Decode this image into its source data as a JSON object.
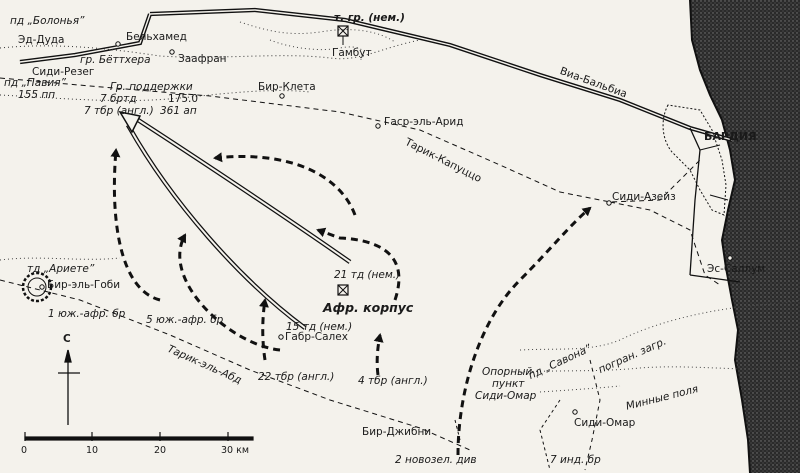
{
  "map": {
    "places": {
      "ed_duda": "Эд-Дуда",
      "belhamed": "Бельхамед",
      "zaafran": "Заафран",
      "sidi_rezeg": "Сиди-Резег",
      "bir_kleta": "Бир-Клета",
      "gambut": "Гамбут",
      "gasr_el_arid": "Гаср-эль-Арид",
      "bardia": "БАРДИЯ",
      "sidi_azeiz": "Сиди-Азейз",
      "es_sallum": "Эс-Саллум",
      "bir_el_gobi": "Бир-эль-Гоби",
      "gabr_saleh": "Габр-Салех",
      "bir_dzhibni": "Бир-Джибни",
      "sidi_omar_1": "Сиди-Омар",
      "sidi_omar_2": "Сиди-Омар"
    },
    "roads": {
      "via_balbia": "Виа-Бальбиа",
      "trig_capuzzo": "Тарик-Капуццо",
      "trig_el_abd": "Тарик-эль-Абд"
    },
    "units": {
      "bologna": "пд „Болонья”",
      "bottcher": "гр. Бёттхера",
      "pavia": "пд „Павия”",
      "support_group": "Гр. поддержки",
      "pp155": "155 пп",
      "brtd7": "7 бртд",
      "n175": "175.0",
      "tbr7": "7 тбр (англ.)",
      "ap361": "361 ап",
      "tgr_nem": "т. гр. (нем.)",
      "td21": "21 тд (нем.)",
      "afrika_corps": "Афр. корпус",
      "td15": "15 тд (нем.)",
      "ariete": "тд „Ариете”",
      "yuafr1": "1 юж.-афр. бр",
      "yuafr5": "5 юж.-афр. бр",
      "tbr22": "22 тбр (англ.)",
      "tbr4": "4 тбр (англ.)",
      "nz_div2": "2 новозел. див",
      "ind_br7": "7 инд. бр",
      "pd_savona": "пд „Савона”",
      "support_point_1": "Опорный",
      "support_point_2": "пункт",
      "support_point_3": "Сиди-Омар",
      "border_barrier": "погран. загр.",
      "minefields": "Минные поля"
    },
    "compass": {
      "north": "С"
    },
    "scale": {
      "ticks": [
        "0",
        "10",
        "20",
        "30 км"
      ]
    }
  }
}
